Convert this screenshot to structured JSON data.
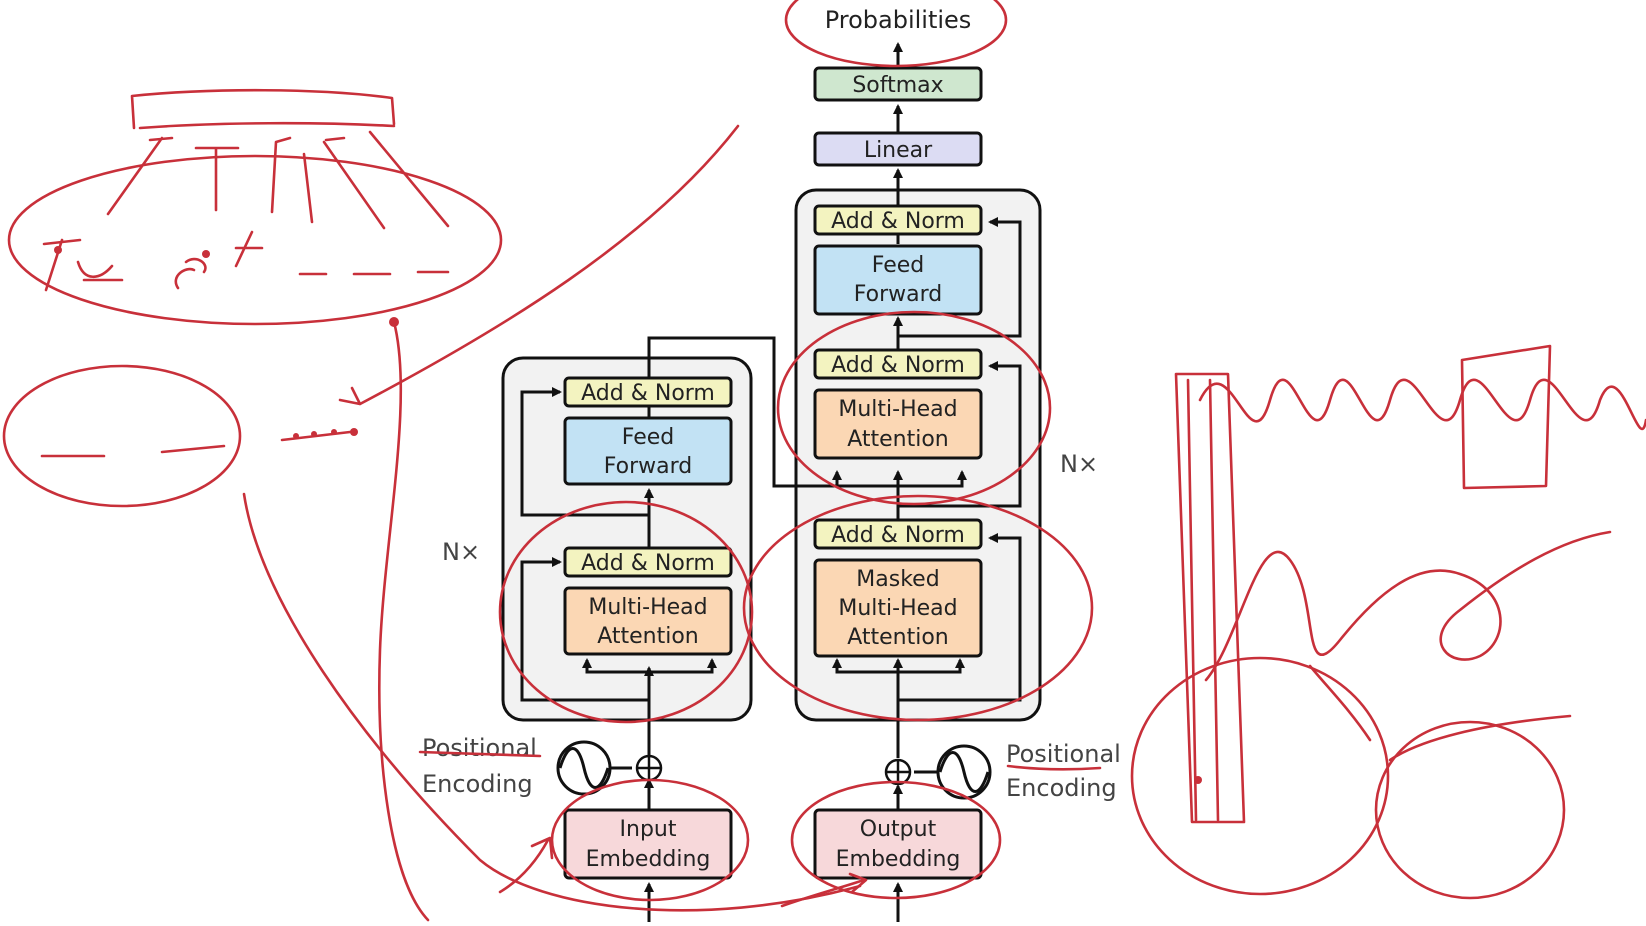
{
  "colors": {
    "add_norm": "#f3f3c0",
    "feed_forward": "#c2e2f4",
    "attention": "#fbd7b4",
    "embedding": "#f7d8da",
    "linear": "#dcdcf3",
    "softmax": "#cfe7cf",
    "panel": "#f2f2f2",
    "ink": "#c8303a"
  },
  "output": {
    "probabilities": "Probabilities"
  },
  "blocks": {
    "softmax": "Softmax",
    "linear": "Linear",
    "add_norm": "Add & Norm",
    "feed_forward": [
      "Feed",
      "Forward"
    ],
    "multi_head": [
      "Multi-Head",
      "Attention"
    ],
    "masked_multi_head": [
      "Masked",
      "Multi-Head",
      "Attention"
    ],
    "input_embedding": [
      "Input",
      "Embedding"
    ],
    "output_embedding": [
      "Output",
      "Embedding"
    ]
  },
  "side_labels": {
    "encoder_repeat": "N×",
    "decoder_repeat": "N×",
    "positional_encoding": [
      "Positional",
      "Encoding"
    ]
  },
  "icons": [
    "sine-wave-icon",
    "add-circle-icon",
    "arrow-icon"
  ]
}
